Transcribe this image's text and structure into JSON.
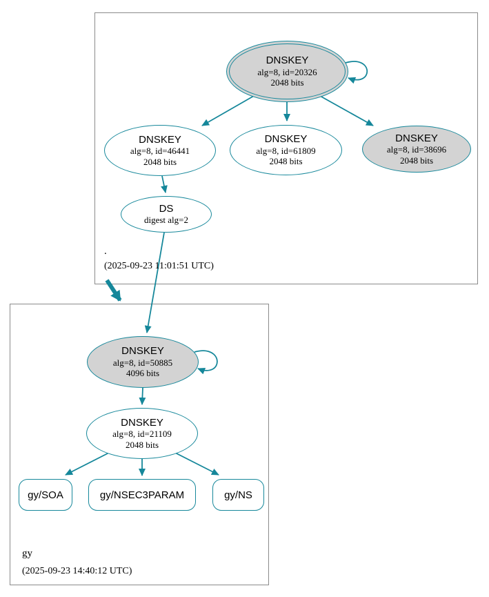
{
  "colors": {
    "edge_color": "#15879a",
    "ksk_fill": "#d3d3d3",
    "node_fill": "#ffffff",
    "box_border": "#8a8a8a",
    "text_color": "#000000"
  },
  "zones": {
    "root": {
      "label": ".",
      "timestamp": "(2025-09-23 11:01:51 UTC)"
    },
    "gy": {
      "label": "gy",
      "timestamp": "(2025-09-23 14:40:12 UTC)"
    }
  },
  "nodes": {
    "root_ksk": {
      "title": "DNSKEY",
      "line1": "alg=8, id=20326",
      "line2": "2048 bits"
    },
    "root_zsk1": {
      "title": "DNSKEY",
      "line1": "alg=8, id=46441",
      "line2": "2048 bits"
    },
    "root_zsk2": {
      "title": "DNSKEY",
      "line1": "alg=8, id=61809",
      "line2": "2048 bits"
    },
    "root_key3": {
      "title": "DNSKEY",
      "line1": "alg=8, id=38696",
      "line2": "2048 bits"
    },
    "ds": {
      "title": "DS",
      "line1": "digest alg=2"
    },
    "gy_ksk": {
      "title": "DNSKEY",
      "line1": "alg=8, id=50885",
      "line2": "4096 bits"
    },
    "gy_zsk": {
      "title": "DNSKEY",
      "line1": "alg=8, id=21109",
      "line2": "2048 bits"
    },
    "gy_soa": {
      "label": "gy/SOA"
    },
    "gy_nsec3param": {
      "label": "gy/NSEC3PARAM"
    },
    "gy_ns": {
      "label": "gy/NS"
    }
  }
}
